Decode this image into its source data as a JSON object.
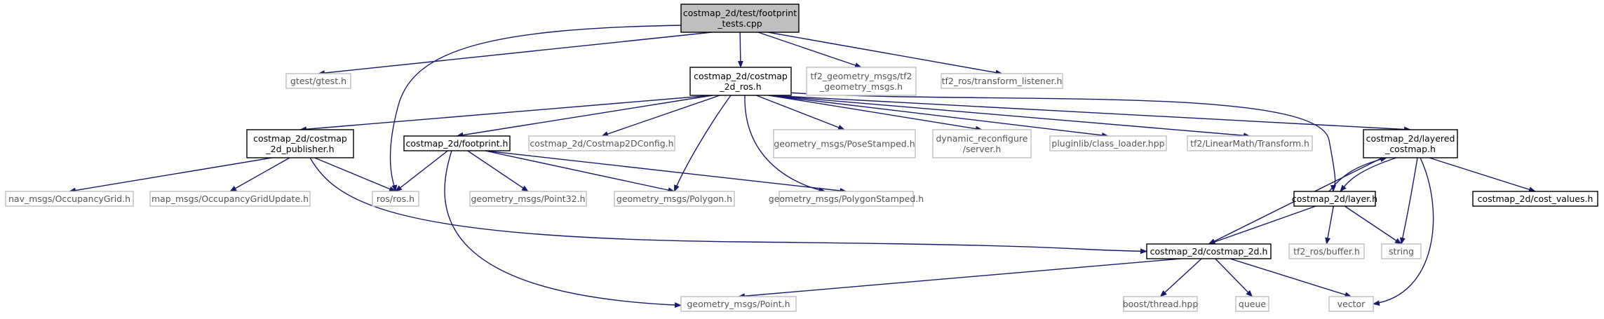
{
  "colors": {
    "edge": "#191970",
    "root_fill": "#bfbfbf",
    "root_stroke": "#000000",
    "documented_stroke": "#000000",
    "external_stroke": "#bfbfbf",
    "documented_text": "#000000",
    "external_text": "#555555",
    "fill": "#ffffff"
  },
  "nodes": [
    {
      "id": "root",
      "kind": "root",
      "lines": [
        "costmap_2d/test/footprint",
        "_tests.cpp"
      ]
    },
    {
      "id": "gtest",
      "kind": "external",
      "lines": [
        "gtest/gtest.h"
      ]
    },
    {
      "id": "costmap_ros",
      "kind": "documented",
      "lines": [
        "costmap_2d/costmap",
        "_2d_ros.h"
      ]
    },
    {
      "id": "tf2_geom",
      "kind": "external",
      "lines": [
        "tf2_geometry_msgs/tf2",
        "_geometry_msgs.h"
      ]
    },
    {
      "id": "tf2_tl",
      "kind": "external",
      "lines": [
        "tf2_ros/transform_listener.h"
      ]
    },
    {
      "id": "publisher",
      "kind": "documented",
      "lines": [
        "costmap_2d/costmap",
        "_2d_publisher.h"
      ]
    },
    {
      "id": "footprint",
      "kind": "documented",
      "lines": [
        "costmap_2d/footprint.h"
      ]
    },
    {
      "id": "config",
      "kind": "external",
      "lines": [
        "costmap_2d/Costmap2DConfig.h"
      ]
    },
    {
      "id": "posestamped",
      "kind": "external",
      "lines": [
        "geometry_msgs/PoseStamped.h"
      ]
    },
    {
      "id": "dynreconf",
      "kind": "external",
      "lines": [
        "dynamic_reconfigure",
        "/server.h"
      ]
    },
    {
      "id": "pluginlib",
      "kind": "external",
      "lines": [
        "pluginlib/class_loader.hpp"
      ]
    },
    {
      "id": "transform",
      "kind": "external",
      "lines": [
        "tf2/LinearMath/Transform.h"
      ]
    },
    {
      "id": "layered",
      "kind": "documented",
      "lines": [
        "costmap_2d/layered",
        "_costmap.h"
      ]
    },
    {
      "id": "occgrid",
      "kind": "external",
      "lines": [
        "nav_msgs/OccupancyGrid.h"
      ]
    },
    {
      "id": "occgridupd",
      "kind": "external",
      "lines": [
        "map_msgs/OccupancyGridUpdate.h"
      ]
    },
    {
      "id": "rosh",
      "kind": "external",
      "lines": [
        "ros/ros.h"
      ]
    },
    {
      "id": "point32",
      "kind": "external",
      "lines": [
        "geometry_msgs/Point32.h"
      ]
    },
    {
      "id": "polygon",
      "kind": "external",
      "lines": [
        "geometry_msgs/Polygon.h"
      ]
    },
    {
      "id": "polystamped",
      "kind": "external",
      "lines": [
        "geometry_msgs/PolygonStamped.h"
      ]
    },
    {
      "id": "layer",
      "kind": "documented",
      "lines": [
        "costmap_2d/layer.h"
      ]
    },
    {
      "id": "costvalues",
      "kind": "documented",
      "lines": [
        "costmap_2d/cost_values.h"
      ]
    },
    {
      "id": "costmap2d",
      "kind": "documented",
      "lines": [
        "costmap_2d/costmap_2d.h"
      ]
    },
    {
      "id": "tf2buffer",
      "kind": "external",
      "lines": [
        "tf2_ros/buffer.h"
      ]
    },
    {
      "id": "string",
      "kind": "external",
      "lines": [
        "string"
      ]
    },
    {
      "id": "point",
      "kind": "external",
      "lines": [
        "geometry_msgs/Point.h"
      ]
    },
    {
      "id": "boostthread",
      "kind": "external",
      "lines": [
        "boost/thread.hpp"
      ]
    },
    {
      "id": "queue",
      "kind": "external",
      "lines": [
        "queue"
      ]
    },
    {
      "id": "vector",
      "kind": "external",
      "lines": [
        "vector"
      ]
    }
  ],
  "edges": [
    {
      "from": "root",
      "to": "gtest"
    },
    {
      "from": "root",
      "to": "costmap_ros"
    },
    {
      "from": "root",
      "to": "tf2_geom"
    },
    {
      "from": "root",
      "to": "tf2_tl"
    },
    {
      "from": "root",
      "to": "rosh"
    },
    {
      "from": "costmap_ros",
      "to": "publisher"
    },
    {
      "from": "costmap_ros",
      "to": "footprint"
    },
    {
      "from": "costmap_ros",
      "to": "config"
    },
    {
      "from": "costmap_ros",
      "to": "posestamped"
    },
    {
      "from": "costmap_ros",
      "to": "dynreconf"
    },
    {
      "from": "costmap_ros",
      "to": "pluginlib"
    },
    {
      "from": "costmap_ros",
      "to": "transform"
    },
    {
      "from": "costmap_ros",
      "to": "layered"
    },
    {
      "from": "costmap_ros",
      "to": "layer"
    },
    {
      "from": "costmap_ros",
      "to": "polygon"
    },
    {
      "from": "costmap_ros",
      "to": "polystamped"
    },
    {
      "from": "publisher",
      "to": "occgrid"
    },
    {
      "from": "publisher",
      "to": "occgridupd"
    },
    {
      "from": "publisher",
      "to": "rosh"
    },
    {
      "from": "publisher",
      "to": "costmap2d"
    },
    {
      "from": "footprint",
      "to": "rosh"
    },
    {
      "from": "footprint",
      "to": "point32"
    },
    {
      "from": "footprint",
      "to": "polygon"
    },
    {
      "from": "footprint",
      "to": "polystamped"
    },
    {
      "from": "footprint",
      "to": "point"
    },
    {
      "from": "layered",
      "to": "layer"
    },
    {
      "from": "layered",
      "to": "costvalues"
    },
    {
      "from": "layered",
      "to": "costmap2d"
    },
    {
      "from": "layered",
      "to": "string"
    },
    {
      "from": "layered",
      "to": "vector"
    },
    {
      "from": "layer",
      "to": "layered"
    },
    {
      "from": "layer",
      "to": "costmap2d"
    },
    {
      "from": "layer",
      "to": "tf2buffer"
    },
    {
      "from": "layer",
      "to": "string"
    },
    {
      "from": "costmap2d",
      "to": "point"
    },
    {
      "from": "costmap2d",
      "to": "boostthread"
    },
    {
      "from": "costmap2d",
      "to": "queue"
    },
    {
      "from": "costmap2d",
      "to": "vector"
    }
  ]
}
